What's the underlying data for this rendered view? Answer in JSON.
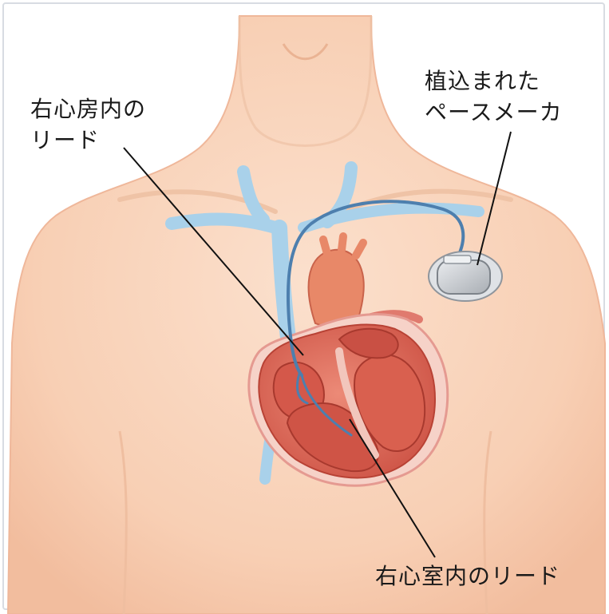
{
  "labels": {
    "right_atrium_lead": {
      "line1": "右心房内の",
      "line2": "リード"
    },
    "implanted_pacemaker": {
      "line1": "植込まれた",
      "line2": "ペースメーカ"
    },
    "right_ventricle_lead": {
      "line1": "右心室内のリード"
    }
  },
  "colors": {
    "skin": "#f9d2b6",
    "skin_shadow": "#efb594",
    "vein": "#a9d1ea",
    "heart": "#e06a5a",
    "heart_dark": "#c84a3f",
    "lead": "#4d7fae",
    "device": "#bfc3c8",
    "callout_line": "#111111"
  }
}
